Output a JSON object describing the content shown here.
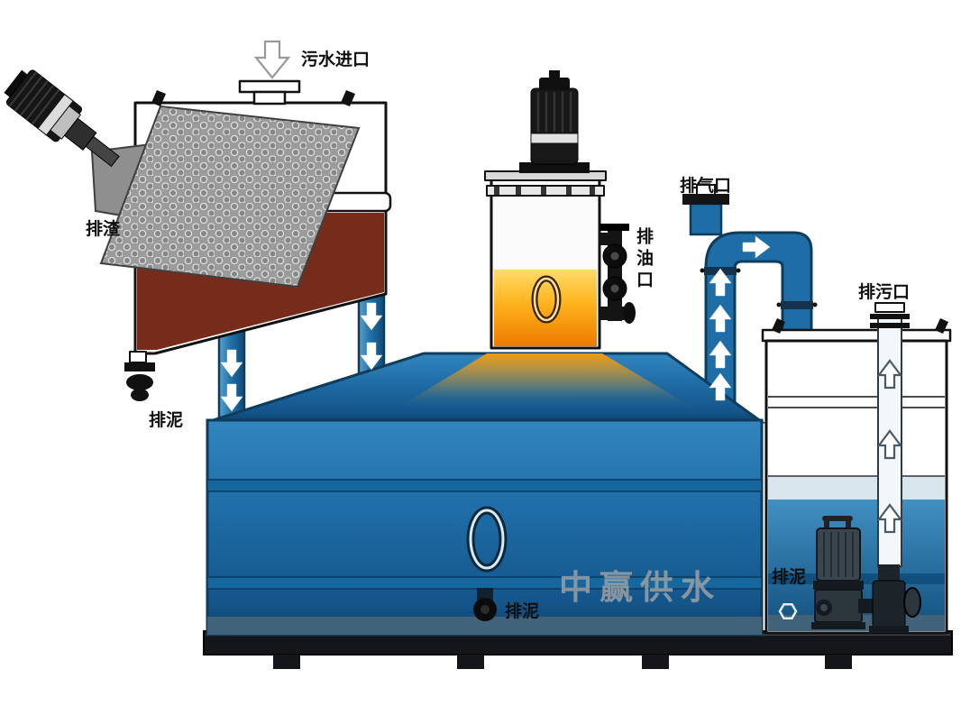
{
  "labels": {
    "sewage_inlet": "污水进口",
    "slag_outlet": "排渣",
    "sludge_left": "排泥",
    "oil_outlet": "排油口",
    "air_vent": "排气口",
    "sewage_outlet": "排污口",
    "sludge_center": "排泥",
    "sludge_right": "排泥"
  },
  "watermark": "中赢供水",
  "colors": {
    "tank_blue_light": "#3286bd",
    "tank_blue": "#1e6ba5",
    "tank_blue_dark": "#0f436b",
    "pipe_outline": "#0d3c5c",
    "glow_orange": "#f39c12",
    "oil_yellow": "#ffdc6b",
    "oil_orange": "#ed7a00",
    "sludge_brown": "#772c1b",
    "water_light": "#4190c2",
    "water_dark": "#11507e",
    "steel_gray": "#9b9b9b",
    "frame_black": "#141619",
    "watermark_gray": "#9aa0a6"
  }
}
